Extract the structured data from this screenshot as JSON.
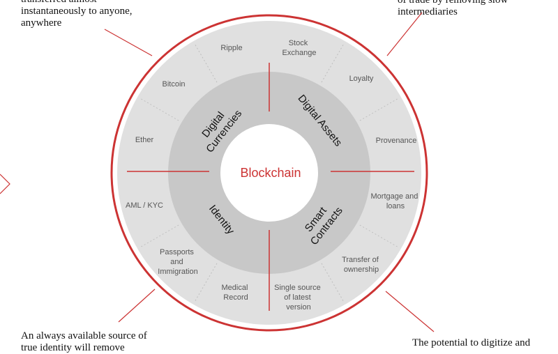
{
  "center_label": "Blockchain",
  "inner_segments": [
    {
      "lines": [
        "Digital",
        "Currencies"
      ]
    },
    {
      "lines": [
        "Digital Assets"
      ]
    },
    {
      "lines": [
        "Smart",
        "Contracts"
      ]
    },
    {
      "lines": [
        "Identity"
      ]
    }
  ],
  "outer_items": [
    {
      "lines": [
        "Ripple"
      ]
    },
    {
      "lines": [
        "Bitcoin"
      ]
    },
    {
      "lines": [
        "Ether"
      ]
    },
    {
      "lines": [
        "Stock",
        "Exchange"
      ]
    },
    {
      "lines": [
        "Loyalty"
      ]
    },
    {
      "lines": [
        "Provenance"
      ]
    },
    {
      "lines": [
        "Mortgage and",
        "loans"
      ]
    },
    {
      "lines": [
        "Transfer of",
        "ownership"
      ]
    },
    {
      "lines": [
        "Single source",
        "of latest",
        "version"
      ]
    },
    {
      "lines": [
        "Medical",
        "Record"
      ]
    },
    {
      "lines": [
        "Passports",
        "and",
        "Immigration"
      ]
    },
    {
      "lines": [
        "AML / KYC"
      ]
    }
  ],
  "notes": {
    "top_left": [
      "transferred almost",
      "instantaneously to anyone,",
      "anywhere"
    ],
    "top_right": [
      "of trade by removing slow",
      "intermediaries"
    ],
    "bottom_left": [
      "An always available source of",
      "true identity will remove"
    ],
    "bottom_right": [
      "The potential to digitize and"
    ]
  },
  "colors": {
    "accent_red": "#cc3333",
    "outer_ring": "#e0e0e0",
    "inner_ring": "#c8c8c8",
    "center_fill": "#ffffff"
  }
}
